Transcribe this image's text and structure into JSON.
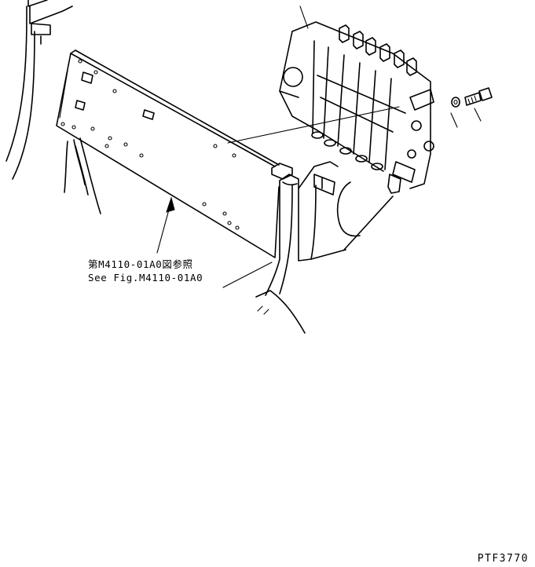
{
  "callout": {
    "ref_japanese": "第M4110-01A0図参照",
    "ref_english": "See Fig.M4110-01A0"
  },
  "footer": {
    "drawing_code": "PTF3770"
  },
  "style": {
    "line_color": "#000000",
    "background": "#ffffff"
  }
}
